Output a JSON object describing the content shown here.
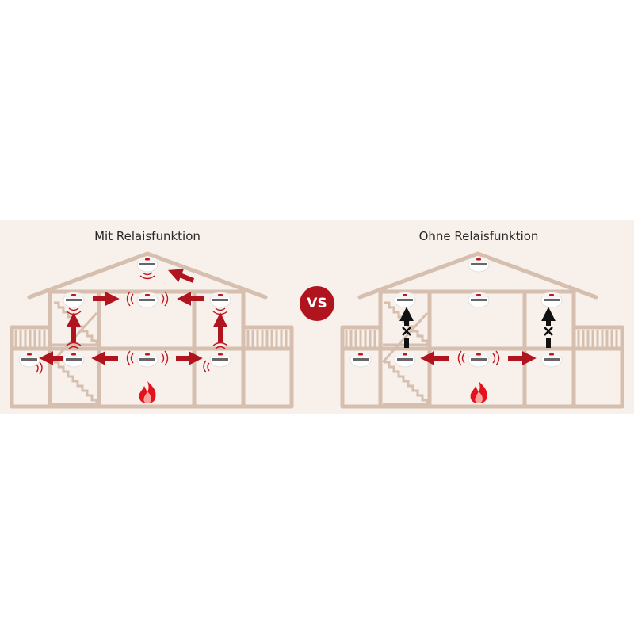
{
  "left_panel": {
    "title": "Mit Relaisfunktion"
  },
  "right_panel": {
    "title": "Ohne Relaisfunktion"
  },
  "vs_badge": "VS",
  "colors": {
    "accent": "#b0141e",
    "background": "#f7f0eb",
    "house": "#d6bfae",
    "blocked": "#111111"
  }
}
